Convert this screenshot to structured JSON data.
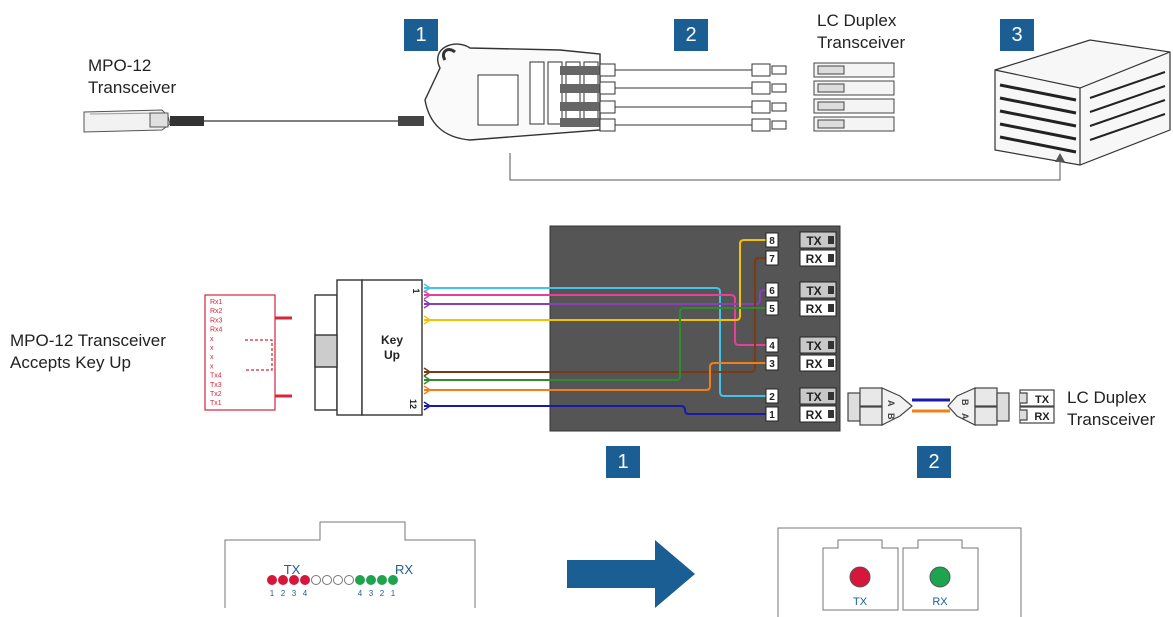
{
  "top": {
    "mpo_label": [
      "MPO-12",
      "Transceiver"
    ],
    "lc_label": [
      "LC Duplex",
      "Transceiver"
    ],
    "badges": [
      "1",
      "2",
      "3"
    ]
  },
  "middle": {
    "mpo_label": [
      "MPO-12 Transceiver",
      "Accepts Key Up"
    ],
    "lc_label": [
      "LC Duplex",
      "Transceiver"
    ],
    "key_label": [
      "Key",
      "Up"
    ],
    "fiber_pos_top": "1",
    "fiber_pos_bottom": "12",
    "pin_list": [
      "Rx1",
      "Rx2",
      "Rx3",
      "Rx4",
      "x",
      "x",
      "x",
      "x",
      "Tx4",
      "Tx3",
      "Tx2",
      "Tx1"
    ],
    "ports": [
      {
        "num": "8",
        "label": "TX"
      },
      {
        "num": "7",
        "label": "RX"
      },
      {
        "num": "6",
        "label": "TX"
      },
      {
        "num": "5",
        "label": "RX"
      },
      {
        "num": "4",
        "label": "TX"
      },
      {
        "num": "3",
        "label": "RX"
      },
      {
        "num": "2",
        "label": "TX"
      },
      {
        "num": "1",
        "label": "RX"
      }
    ],
    "lc_letters": [
      "A",
      "B",
      "B",
      "A"
    ],
    "lc_port_labels": [
      "TX",
      "RX"
    ],
    "badges": [
      "1",
      "2"
    ],
    "fiber_colors": [
      "#41c3e8",
      "#e8409a",
      "#8a3fb7",
      "#f5c200",
      "#7a3b12",
      "#2e8b2e",
      "#f07f16",
      "#1a1aa8"
    ]
  },
  "bottom": {
    "tx_label": "TX",
    "rx_label": "RX",
    "tx_nums": [
      "1",
      "2",
      "3",
      "4"
    ],
    "rx_nums": [
      "4",
      "3",
      "2",
      "1"
    ],
    "tx_color": "#d6163a",
    "rx_color": "#1ea34f",
    "arrow_color": "#1b5e94"
  }
}
